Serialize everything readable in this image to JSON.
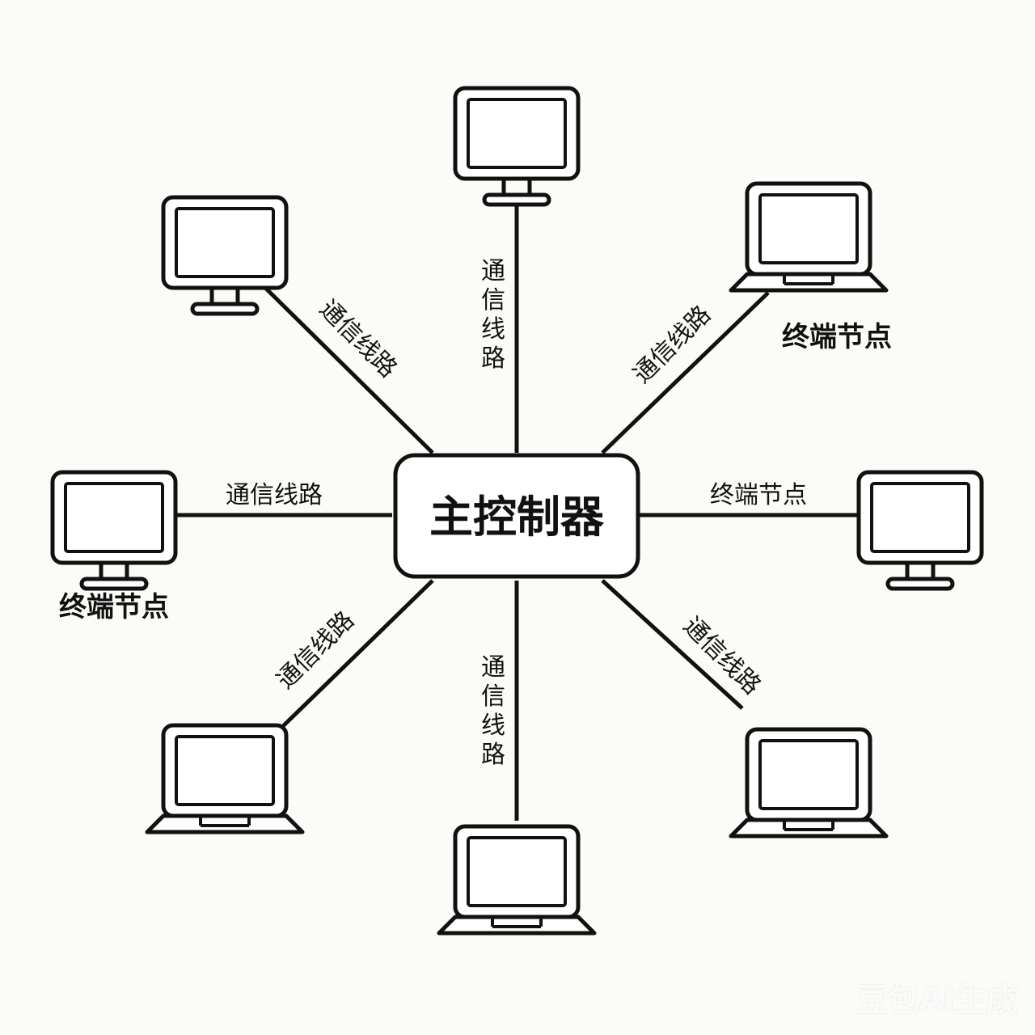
{
  "center": {
    "label": "主控制器"
  },
  "line_label": "通信线路",
  "terminal_label": "终端节点",
  "links": [
    {
      "id": "top",
      "label": "通信线路",
      "device": "monitor"
    },
    {
      "id": "upper-right",
      "label": "通信线路",
      "device": "laptop",
      "node_label": "终端节点"
    },
    {
      "id": "right",
      "label": "终端节点",
      "device": "monitor"
    },
    {
      "id": "lower-right",
      "label": "通信线路",
      "device": "laptop"
    },
    {
      "id": "bottom",
      "label": "通信线路",
      "device": "laptop"
    },
    {
      "id": "lower-left",
      "label": "通信线路",
      "device": "laptop"
    },
    {
      "id": "left",
      "label": "通信线路",
      "device": "monitor",
      "node_label": "终端节点"
    },
    {
      "id": "upper-left",
      "label": "通信线路",
      "device": "monitor"
    }
  ],
  "watermark": "豆包AI生成",
  "colors": {
    "stroke": "#111111",
    "background": "#fbfbf8",
    "fill": "#ffffff"
  }
}
